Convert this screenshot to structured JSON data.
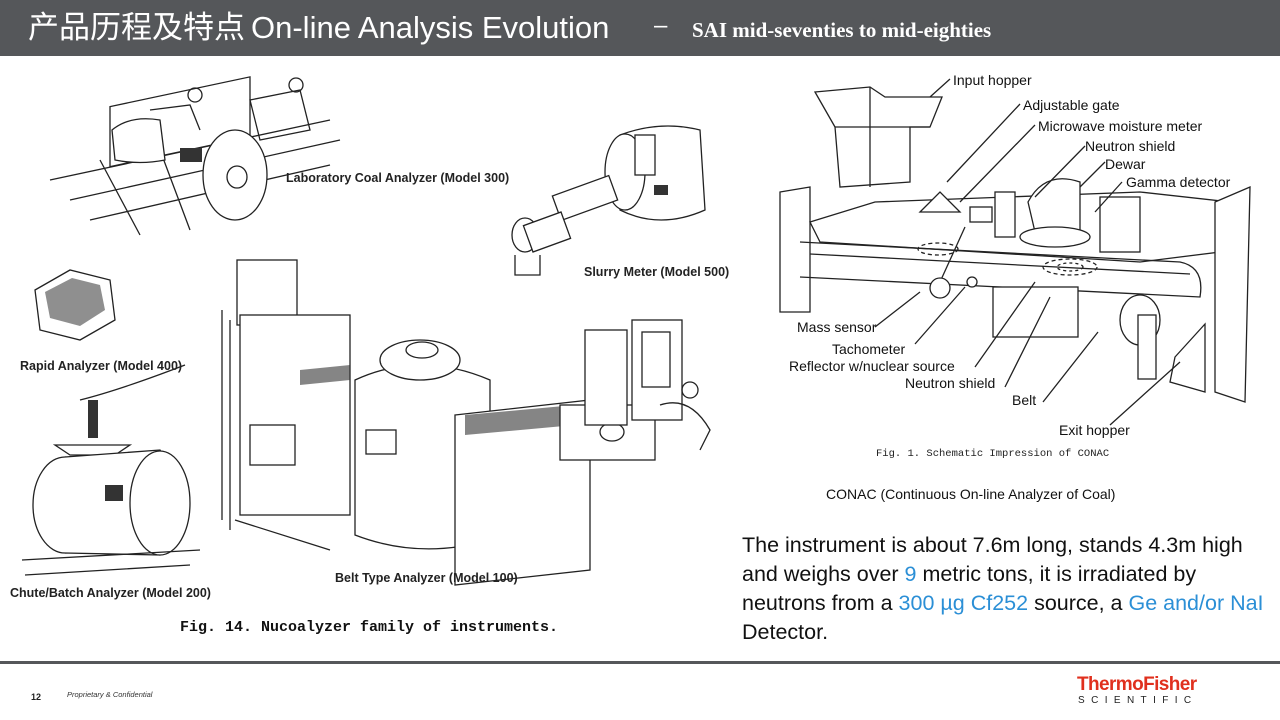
{
  "slide": {
    "title_cn": "产品历程及特点",
    "title_en": "On-line Analysis Evolution",
    "title_separator": "–",
    "subtitle": "SAI  mid-seventies to mid-eighties"
  },
  "left_figure": {
    "labels": {
      "model300": "Laboratory Coal Analyzer (Model 300)",
      "model500": "Slurry Meter (Model 500)",
      "model400": "Rapid Analyzer (Model 400)",
      "model200": "Chute/Batch Analyzer (Model 200)",
      "model100": "Belt Type Analyzer (Model 100)"
    },
    "caption": "Fig. 14.  Nucoalyzer family of instruments."
  },
  "right_figure": {
    "labels": {
      "input_hopper": "Input hopper",
      "adjustable_gate": "Adjustable gate",
      "microwave": "Microwave moisture meter",
      "neutron_shield_top": "Neutron shield",
      "dewar": "Dewar",
      "gamma_detector": "Gamma detector",
      "mass_sensor": "Mass sensor",
      "tachometer": "Tachometer",
      "reflector": "Reflector w/nuclear source",
      "neutron_shield_bottom": "Neutron shield",
      "belt": "Belt",
      "exit_hopper": "Exit hopper"
    },
    "caption": "Fig.  1.  Schematic Impression of CONAC"
  },
  "conac_caption": "CONAC (Continuous  On-line  Analyzer  of Coal)",
  "description": {
    "p1": "The instrument is about 7.6m long, stands 4.3m high and weighs over ",
    "v1": "9",
    "p2": " metric tons, it is irradiated by neutrons from a ",
    "v2": "300 µg  Cf252",
    "p3": " source, a ",
    "v3": "Ge and/or NaI",
    "p4": " Detector.",
    "highlight_color": "#2b8fd6"
  },
  "footer": {
    "page_number": "12",
    "confidential": "Proprietary & Confidential",
    "logo_top": "ThermoFisher",
    "logo_bottom": "SCIENTIFIC"
  }
}
